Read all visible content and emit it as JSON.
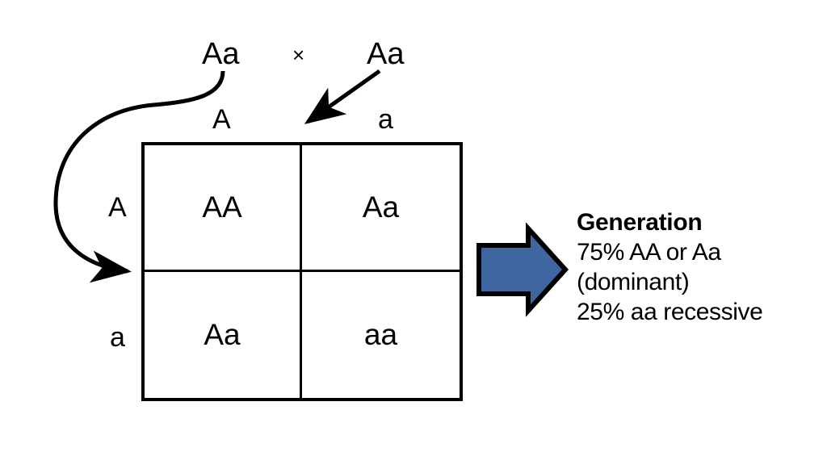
{
  "diagram": {
    "type": "punnett-square",
    "parents": {
      "left_genotype": "Aa",
      "cross_symbol": "×",
      "right_genotype": "Aa"
    },
    "column_headers": [
      "A",
      "a"
    ],
    "row_headers": [
      "A",
      "a"
    ],
    "cells": [
      [
        "AA",
        "Aa"
      ],
      [
        "Aa",
        "aa"
      ]
    ],
    "arrows": {
      "curved_arrow_name": "left-parent-allele-arrow",
      "diagonal_arrow_name": "right-parent-allele-arrow",
      "result_arrow_name": "generation-result-arrow"
    }
  },
  "result": {
    "title": "Generation",
    "lines": [
      "75% AA or Aa",
      "(dominant)",
      "25% aa recessive"
    ]
  },
  "colors": {
    "arrow_fill": "#3f66a0",
    "arrow_stroke": "#000000",
    "line": "#000000",
    "background": "#ffffff"
  }
}
